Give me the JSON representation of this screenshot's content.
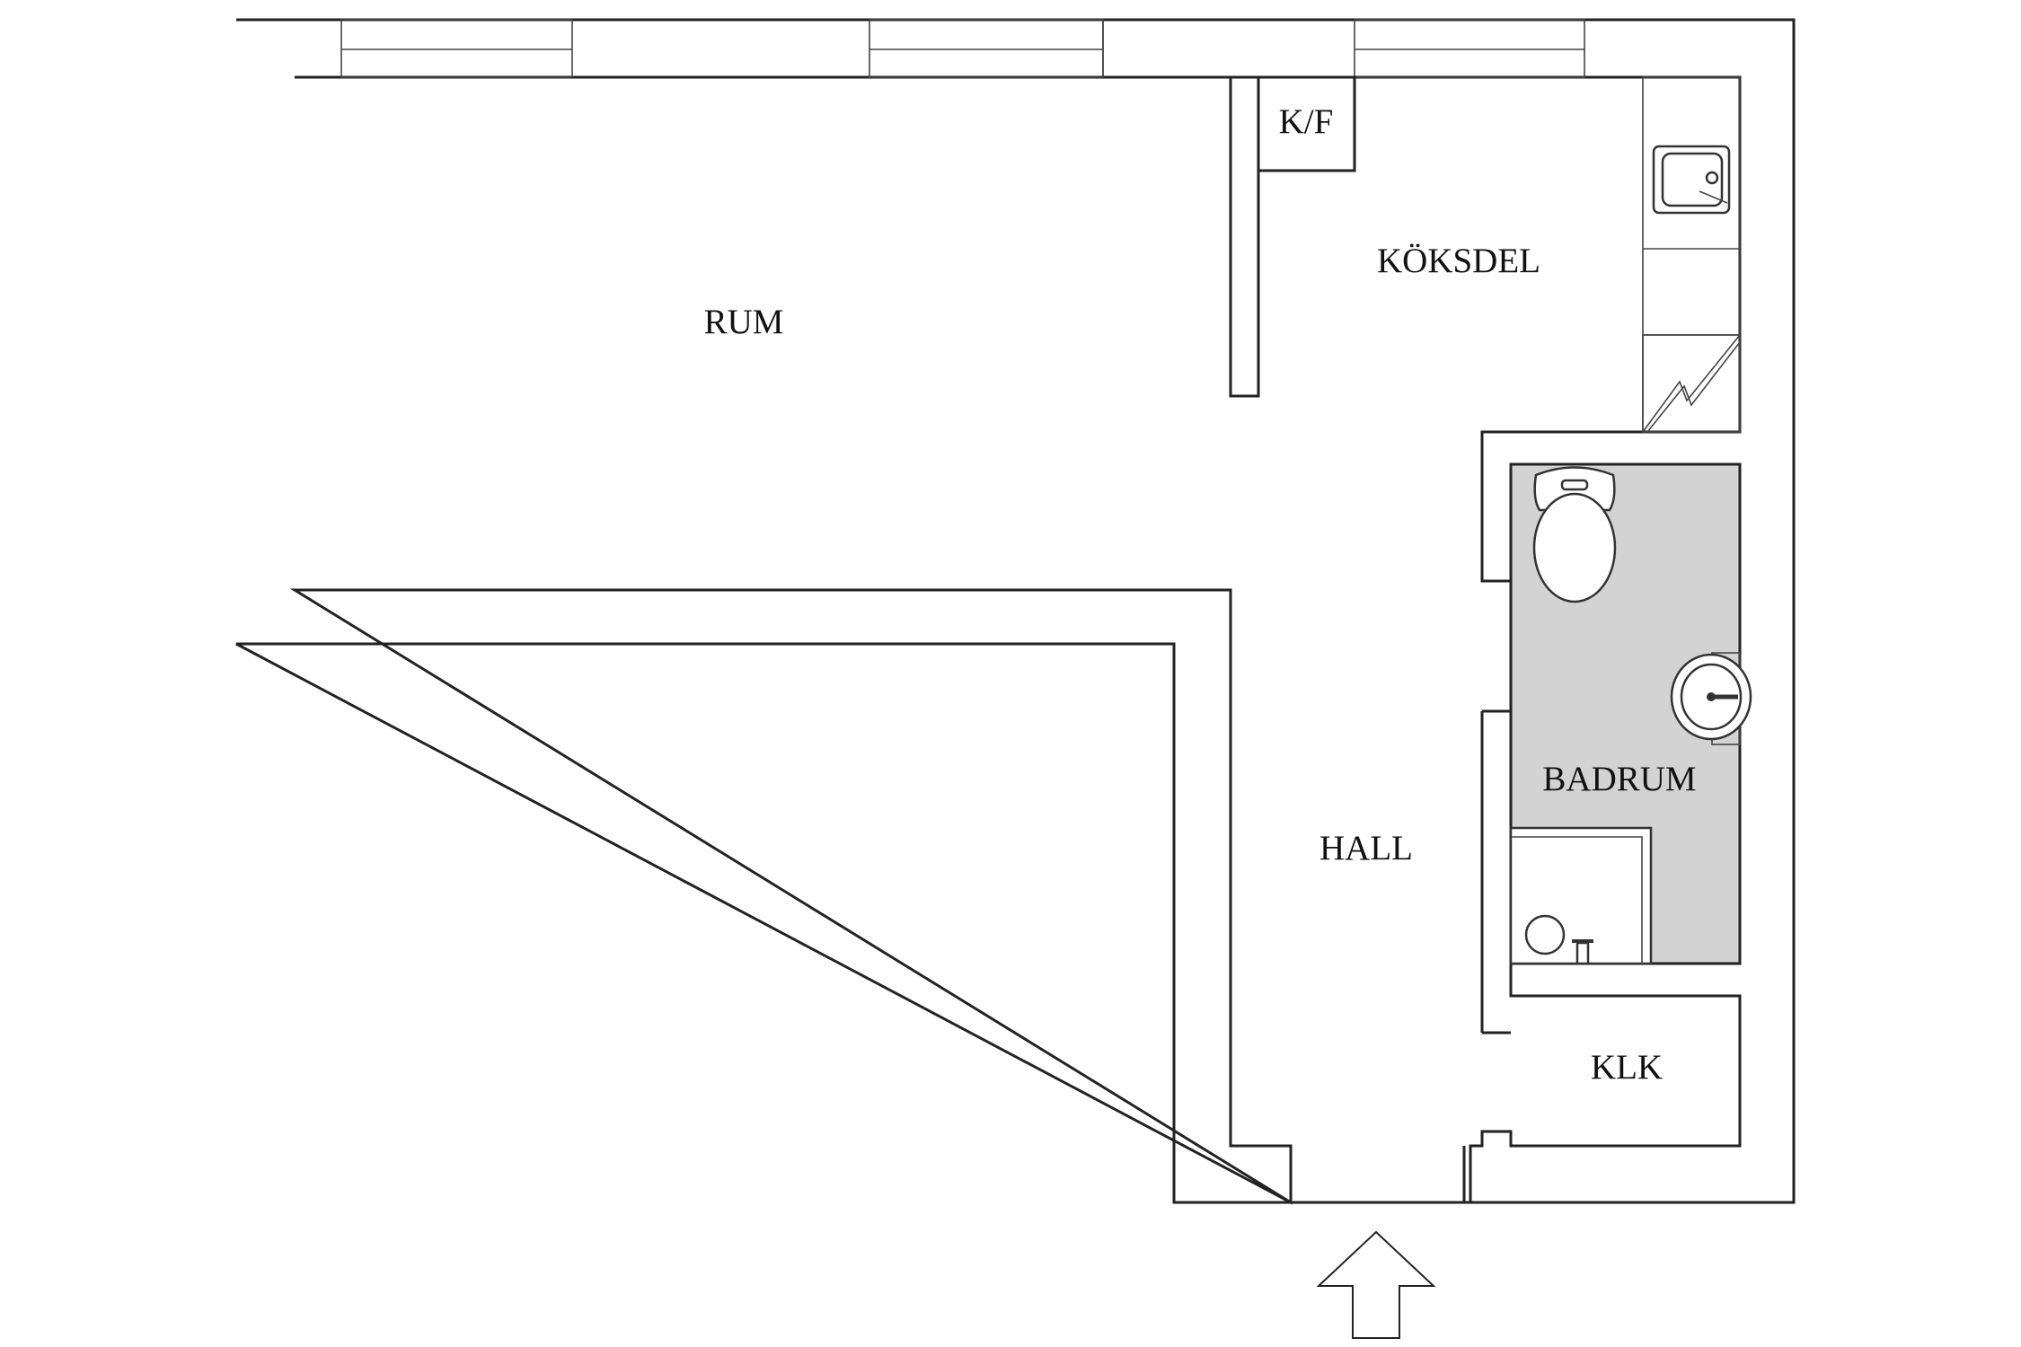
{
  "floor_plan": {
    "rooms": {
      "rum": "RUM",
      "koksdel": "KÖKSDEL",
      "kf": "K/F",
      "badrum": "BADRUM",
      "hall": "HALL",
      "klk": "KLK"
    },
    "colors": {
      "wall": "#222222",
      "bathroom_floor": "#d3d3d3",
      "background": "#ffffff"
    },
    "icons": {
      "entrance": "up-arrow-icon",
      "sink": "kitchen-sink-icon",
      "stove": "stove-icon",
      "toilet": "toilet-icon",
      "washbasin": "washbasin-icon",
      "shower": "shower-drain-icon"
    }
  }
}
